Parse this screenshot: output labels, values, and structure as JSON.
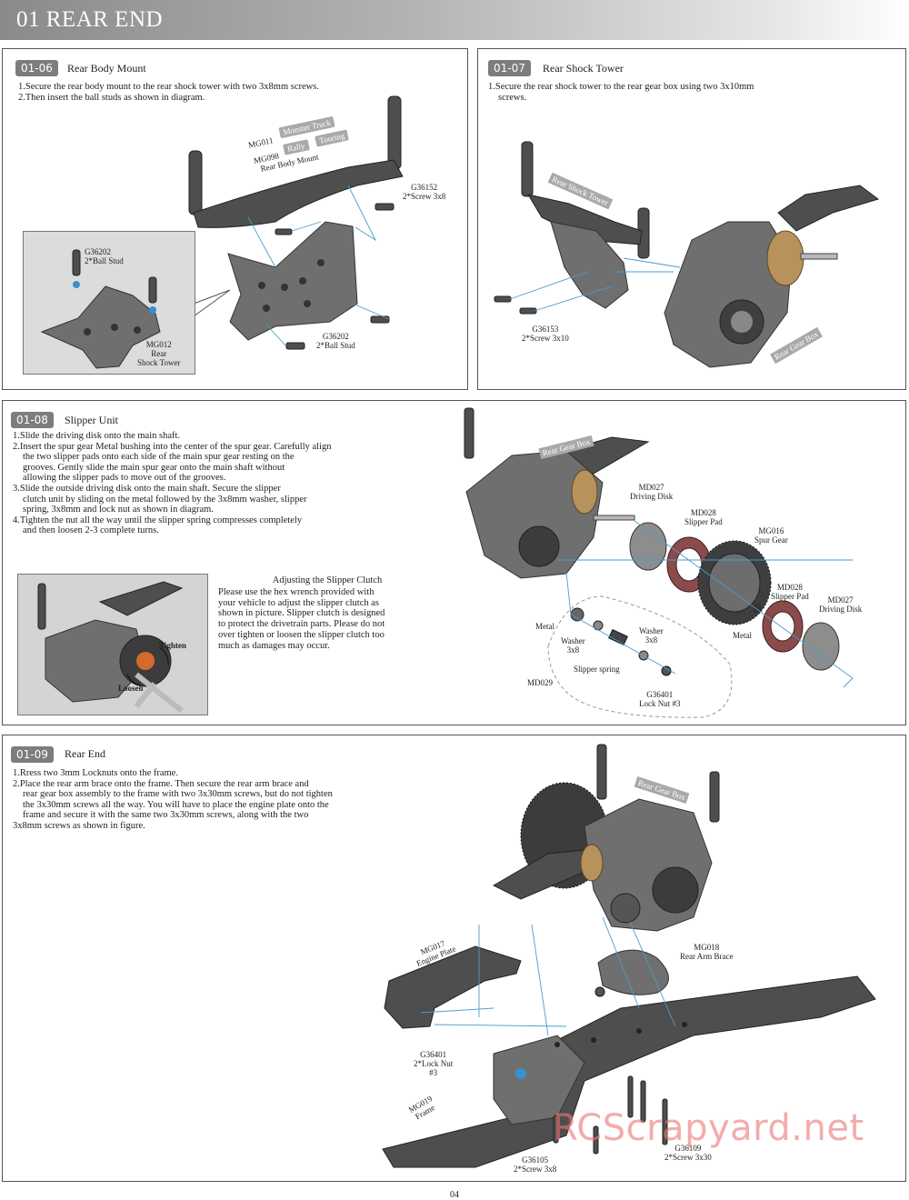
{
  "header": {
    "title": "01   REAR END"
  },
  "steps": [
    {
      "badge": "01-06",
      "title": "Rear Body Mount",
      "instructions": [
        "1.Secure the rear body mount to the rear shock tower with two 3x8mm screws.",
        "2.Then insert the ball studs as shown in diagram."
      ],
      "labels": {
        "mg011": "MG011",
        "monster_truck": "Monster Truck",
        "mg098": "MG098",
        "rally": "Rally",
        "touring": "Touring",
        "rear_body_mount": "Rear Body Mount",
        "g36152": "G36152\n2*Screw 3x8",
        "g36202_inset": "G36202\n2*Ball Stud",
        "mg012": "MG012\nRear\nShock Tower",
        "g36202": "G36202\n2*Ball Stud"
      }
    },
    {
      "badge": "01-07",
      "title": "Rear Shock Tower",
      "instructions": [
        "1.Secure the rear shock tower to the rear gear box using two 3x10mm",
        "screws."
      ],
      "labels": {
        "rear_shock_tower": "Rear Shock Tower",
        "rear_gear_box": "Rear Gear Box",
        "g36153": "G36153\n2*Screw 3x10"
      }
    },
    {
      "badge": "01-08",
      "title": "Slipper Unit",
      "instructions": [
        "1.Slide the driving disk onto the main shaft.",
        "2.Insert the spur gear Metal bushing into the center of the spur gear.  Carefully align",
        "the two slipper pads onto each side of the main spur gear resting on the",
        "grooves. Gently slide the main spur gear onto the main shaft without",
        "allowing the slipper pads to move out of the grooves.",
        "3.Slide the outside driving disk onto the main shaft.  Secure the slipper",
        "clutch unit by sliding on the metal followed by the 3x8mm washer, slipper",
        "spring, 3x8mm and lock nut as shown in diagram.",
        "4.Tighten the nut all the way until the slipper spring compresses completely",
        "and then loosen 2-3 complete turns."
      ],
      "adjust": {
        "title": "Adjusting the Slipper Clutch",
        "lines": [
          "Please use the hex wrench provided with",
          "your vehicle to adjust the slipper clutch as",
          "shown in picture. Slipper clutch is designed",
          "to protect the drivetrain parts. Please do not",
          "over tighten or loosen the slipper clutch too",
          "much as damages may occur."
        ],
        "tighten": "Tighten",
        "loosen": "Loosen"
      },
      "labels": {
        "rear_gear_box": "Rear Gear Box",
        "md027_a": "MD027\nDriving Disk",
        "md028_a": "MD028\nSlipper Pad",
        "mg016": "MG016\nSpur Gear",
        "md028_b": "MD028\nSlipper Pad",
        "md027_b": "MD027\nDriving Disk",
        "metal_a": "Metal",
        "washer_a": "Washer\n3x8",
        "washer_b": "Washer\n3x8",
        "metal_b": "Metal",
        "slipper_spring": "Slipper spring",
        "md029": "MD029",
        "g36401": "G36401\nLock Nut #3"
      }
    },
    {
      "badge": "01-09",
      "title": "Rear End",
      "instructions": [
        "1.Rress two 3mm Locknuts onto the frame.",
        "2.Place the rear arm brace onto the frame.  Then secure the rear arm brace and",
        "rear gear box assembly to the frame with two 3x30mm screws, but do not tighten",
        "the 3x30mm screws all the way.  You will have to place the engine plate onto the",
        "frame and secure it with the same two 3x30mm screws, along with the two",
        "3x8mm screws as shown in figure."
      ],
      "labels": {
        "rear_gear_box": "Rear Gear Box",
        "mg017": "MG017\nEngine Plate",
        "mg018": "MG018\nRear Arm Brace",
        "g36401": "G36401\n2*Lock Nut\n#3",
        "mg019": "MG019\nFrame",
        "g36105": "G36105\n2*Screw 3x8",
        "g36109": "G36109\n2*Screw 3x30"
      }
    }
  ],
  "page_number": "04",
  "watermark": "RCScrapyard.net"
}
